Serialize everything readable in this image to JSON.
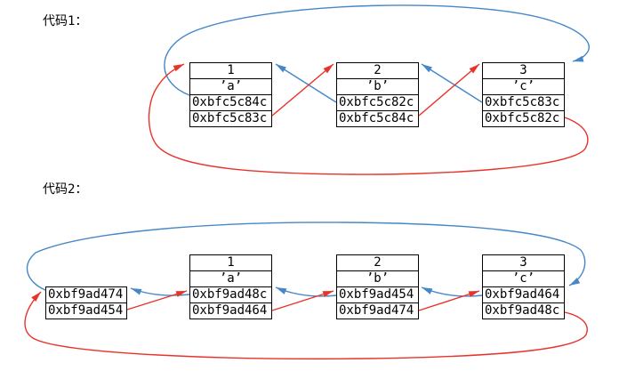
{
  "colors": {
    "blue": "#4587c7",
    "red": "#e8332a",
    "border": "#000000",
    "background": "#ffffff"
  },
  "diagram1": {
    "label": "代码1：",
    "nodes": [
      {
        "rows": [
          "1",
          "’a’",
          "0xbfc5c84c",
          "0xbfc5c83c"
        ]
      },
      {
        "rows": [
          "2",
          "’b’",
          "0xbfc5c82c",
          "0xbfc5c84c"
        ]
      },
      {
        "rows": [
          "3",
          "’c’",
          "0xbfc5c83c",
          "0xbfc5c82c"
        ]
      }
    ]
  },
  "diagram2": {
    "label": "代码2：",
    "head_box": {
      "rows": [
        "0xbf9ad474",
        "0xbf9ad454"
      ]
    },
    "nodes": [
      {
        "rows": [
          "1",
          "’a’",
          "0xbf9ad48c",
          "0xbf9ad464"
        ]
      },
      {
        "rows": [
          "2",
          "’b’",
          "0xbf9ad454",
          "0xbf9ad474"
        ]
      },
      {
        "rows": [
          "3",
          "’c’",
          "0xbf9ad464",
          "0xbf9ad48c"
        ]
      }
    ]
  }
}
